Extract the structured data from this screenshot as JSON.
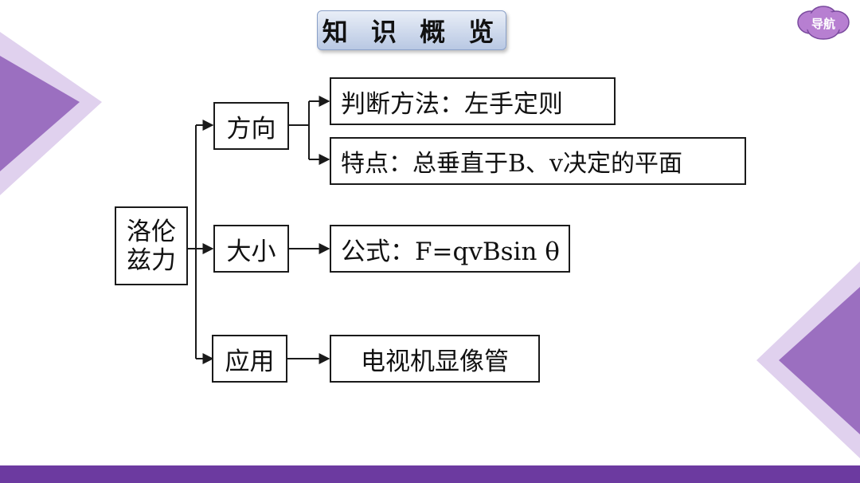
{
  "header": {
    "title": "知 识 概 览",
    "nav_label": "导航"
  },
  "colors": {
    "accent_purple": "#6c3aa0",
    "triangle_purple": "#9b6fc0",
    "triangle_light": "#d8c6ea"
  },
  "diagram": {
    "root": {
      "line1": "洛伦",
      "line2": "兹力"
    },
    "branches": {
      "direction": {
        "label": "方向",
        "method": "判断方法：左手定则",
        "feature": "特点：总垂直于B、v决定的平面"
      },
      "magnitude": {
        "label": "大小",
        "formula": "公式：F=qvBsin θ"
      },
      "application": {
        "label": "应用",
        "example": "电视机显像管"
      }
    }
  }
}
